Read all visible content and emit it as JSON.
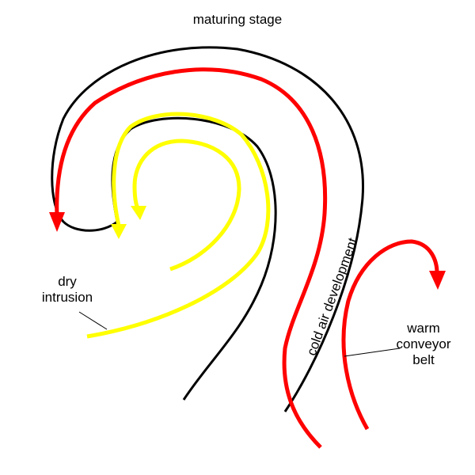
{
  "title": "maturing stage",
  "labels": {
    "dry_intrusion": [
      "dry",
      "intrusion"
    ],
    "cold_air": "cold  air development",
    "warm_conveyor": [
      "warm",
      "conveyor",
      "belt"
    ]
  },
  "colors": {
    "black": "#000000",
    "red": "#ff0000",
    "yellow": "#ffff00"
  }
}
